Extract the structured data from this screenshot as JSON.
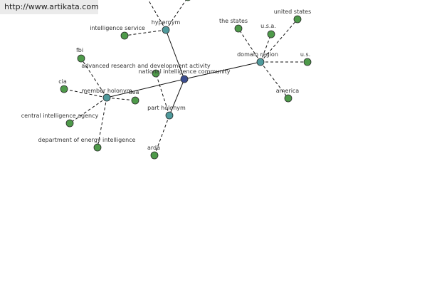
{
  "watermark": "http://www.artikata.com",
  "colors": {
    "center_node": "#3b4d8f",
    "relation_node": "#4f9a9c",
    "leaf_node": "#4e9a4a",
    "edge": "#111111"
  },
  "graph": {
    "nodes": [
      {
        "id": "center",
        "label": "national intelligence community",
        "kind": "center"
      },
      {
        "id": "hypernym",
        "label": "hypernym",
        "kind": "relation"
      },
      {
        "id": "domain_region",
        "label": "domain region",
        "kind": "relation"
      },
      {
        "id": "member_holonym",
        "label": "member holonym",
        "kind": "relation"
      },
      {
        "id": "part_holonym",
        "label": "part holonym",
        "kind": "relation"
      },
      {
        "id": "intelligence_service",
        "label": "intelligence service",
        "kind": "leaf"
      },
      {
        "id": "the_states",
        "label": "the states",
        "kind": "leaf"
      },
      {
        "id": "usa_dots",
        "label": "u.s.a.",
        "kind": "leaf"
      },
      {
        "id": "united_states",
        "label": "united states",
        "kind": "leaf"
      },
      {
        "id": "us",
        "label": "u.s.",
        "kind": "leaf"
      },
      {
        "id": "america",
        "label": "america",
        "kind": "leaf"
      },
      {
        "id": "fbi",
        "label": "fbi",
        "kind": "leaf"
      },
      {
        "id": "cia",
        "label": "cia",
        "kind": "leaf"
      },
      {
        "id": "dea",
        "label": "dea",
        "kind": "leaf"
      },
      {
        "id": "central_intelligence_agency",
        "label": "central intelligence agency",
        "kind": "leaf"
      },
      {
        "id": "doe_intelligence",
        "label": "department of energy intelligence",
        "kind": "leaf"
      },
      {
        "id": "ardaa",
        "label": "advanced research and development activity",
        "kind": "leaf"
      },
      {
        "id": "arda",
        "label": "arda",
        "kind": "leaf"
      },
      {
        "id": "top_a",
        "label": "",
        "kind": "leaf"
      },
      {
        "id": "top_b",
        "label": "",
        "kind": "leaf"
      }
    ],
    "edges": [
      {
        "from": "center",
        "to": "hypernym",
        "style": "solid"
      },
      {
        "from": "center",
        "to": "domain_region",
        "style": "solid"
      },
      {
        "from": "center",
        "to": "member_holonym",
        "style": "solid"
      },
      {
        "from": "center",
        "to": "part_holonym",
        "style": "solid"
      },
      {
        "from": "hypernym",
        "to": "intelligence_service",
        "style": "dashed"
      },
      {
        "from": "hypernym",
        "to": "top_a",
        "style": "dashed"
      },
      {
        "from": "hypernym",
        "to": "top_b",
        "style": "dashed"
      },
      {
        "from": "domain_region",
        "to": "the_states",
        "style": "dashed"
      },
      {
        "from": "domain_region",
        "to": "usa_dots",
        "style": "dashed"
      },
      {
        "from": "domain_region",
        "to": "united_states",
        "style": "dashed"
      },
      {
        "from": "domain_region",
        "to": "us",
        "style": "dashed"
      },
      {
        "from": "domain_region",
        "to": "america",
        "style": "dashed"
      },
      {
        "from": "member_holonym",
        "to": "fbi",
        "style": "dashed"
      },
      {
        "from": "member_holonym",
        "to": "cia",
        "style": "dashed"
      },
      {
        "from": "member_holonym",
        "to": "dea",
        "style": "dashed"
      },
      {
        "from": "member_holonym",
        "to": "central_intelligence_agency",
        "style": "dashed"
      },
      {
        "from": "member_holonym",
        "to": "doe_intelligence",
        "style": "dashed"
      },
      {
        "from": "part_holonym",
        "to": "ardaa",
        "style": "dashed"
      },
      {
        "from": "part_holonym",
        "to": "arda",
        "style": "dashed"
      }
    ]
  }
}
